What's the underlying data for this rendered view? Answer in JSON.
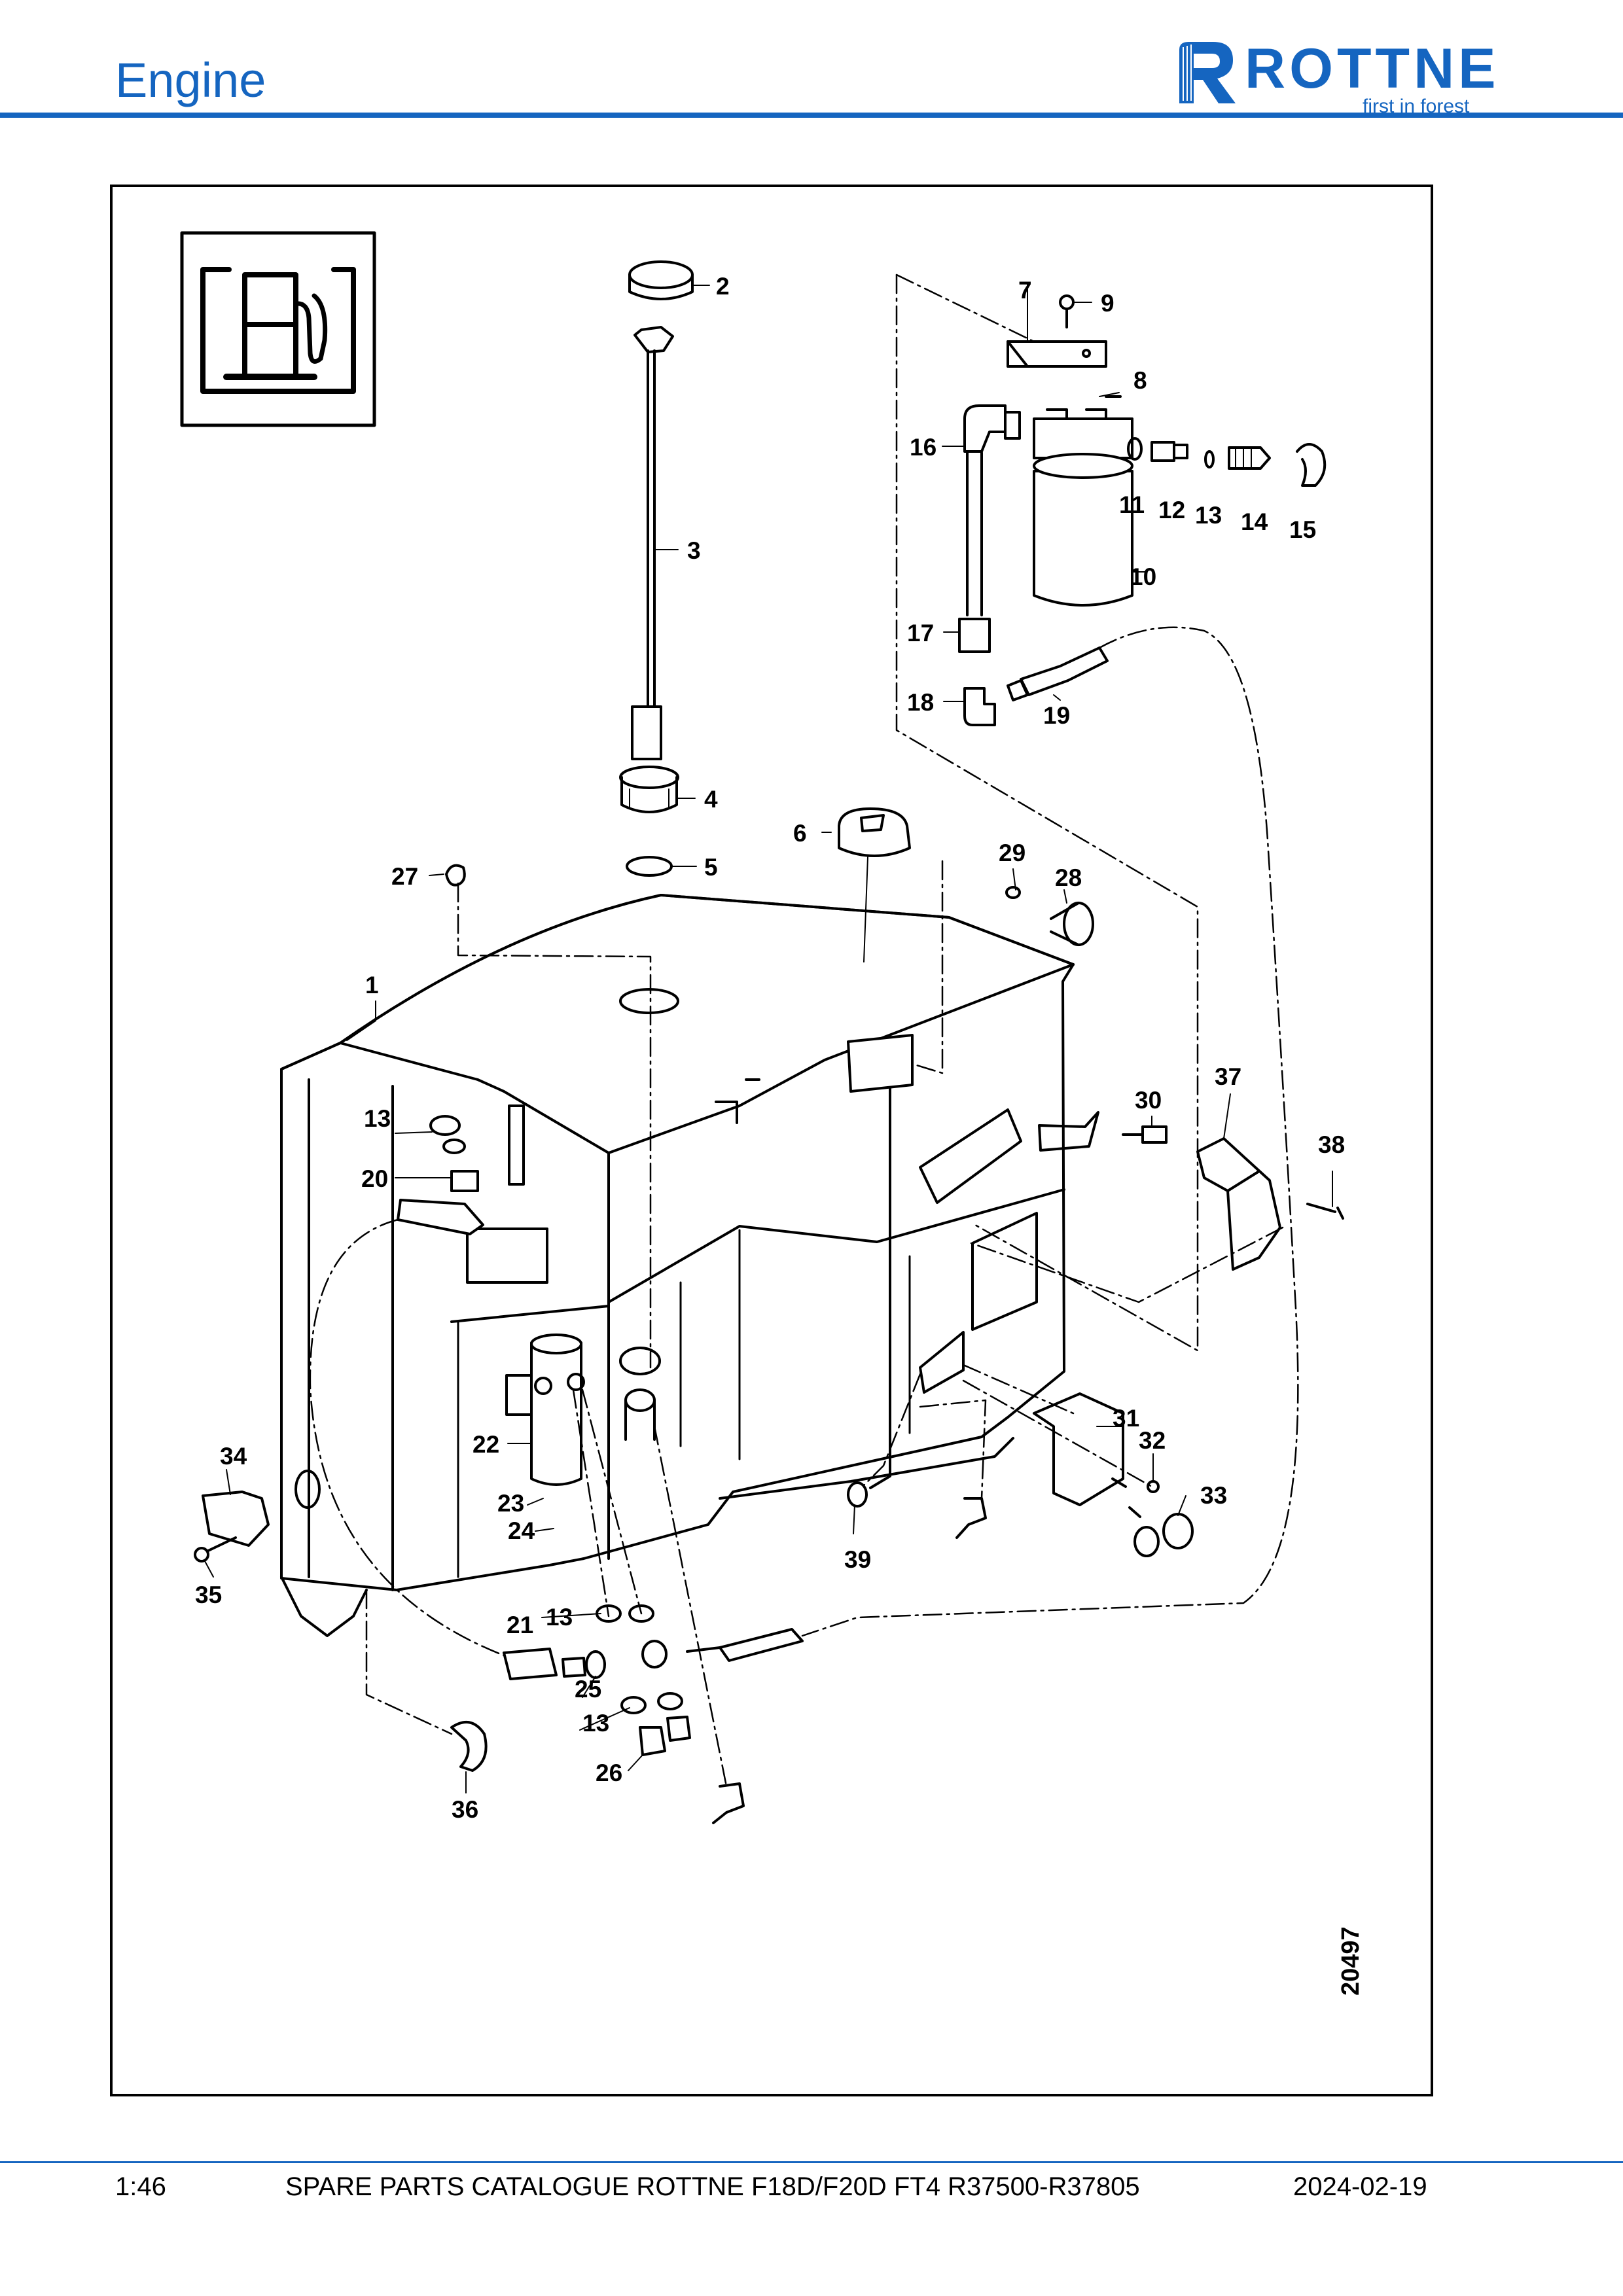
{
  "header": {
    "section_title": "Engine",
    "brand": {
      "name": "ROTTNE",
      "tagline": "first in forest",
      "color": "#1565c0"
    }
  },
  "diagram": {
    "icon": "fuel-tank-icon",
    "drawing_number": "20497",
    "callouts": [
      "1",
      "2",
      "3",
      "4",
      "5",
      "6",
      "7",
      "8",
      "9",
      "10",
      "11",
      "12",
      "13",
      "14",
      "15",
      "16",
      "17",
      "18",
      "19",
      "20",
      "21",
      "22",
      "23",
      "24",
      "25",
      "26",
      "27",
      "28",
      "29",
      "30",
      "31",
      "32",
      "33",
      "34",
      "35",
      "36",
      "37",
      "38",
      "39",
      "13",
      "13",
      "13"
    ]
  },
  "footer": {
    "page": "1:46",
    "catalogue_title": "SPARE PARTS CATALOGUE ROTTNE F18D/F20D FT4 R37500-R37805",
    "date": "2024-02-19"
  }
}
